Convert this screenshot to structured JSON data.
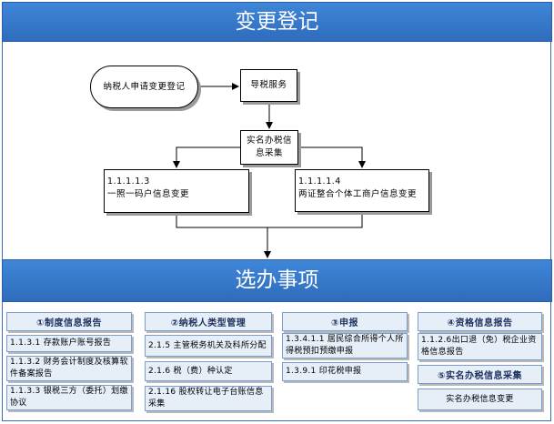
{
  "header": {
    "title": "变更登记"
  },
  "flow": {
    "start": "纳税人申请变更登记",
    "guide": "导税服务",
    "real_name": "实名办税信息采集",
    "left_code": "1.1.1.1.3",
    "left_label": "一照一码户信息变更",
    "right_code": "1.1.1.1.4",
    "right_label": "两证整合个体工商户信息变更"
  },
  "section": {
    "title": "选办事项"
  },
  "categories": [
    {
      "title": "①制度信息报告",
      "items": [
        "1.1.3.1 存款账户账号报告",
        "1.1.3.2 财务会计制度及核算软件备案报告",
        "1.1.3.3 银税三方（委托）划缴协议"
      ]
    },
    {
      "title": "②纳税人类型管理",
      "items": [
        "2.1.5 主管税务机关及科所分配",
        "2.1.6 税（费）种认定",
        "2.1.16 股权转让电子台账信息采集"
      ]
    },
    {
      "title": "③申报",
      "items": [
        "1.3.4.1.1 居民综合所得个人所得税预扣预缴申报",
        "1.3.9.1 印花税申报"
      ]
    },
    {
      "title": "④资格信息报告",
      "items": [
        "1.1.2.6出口退（免）税企业资格信息报告"
      ]
    },
    {
      "title": "⑤实名办税信息采集",
      "items": [
        "实名办税信息变更"
      ]
    }
  ]
}
